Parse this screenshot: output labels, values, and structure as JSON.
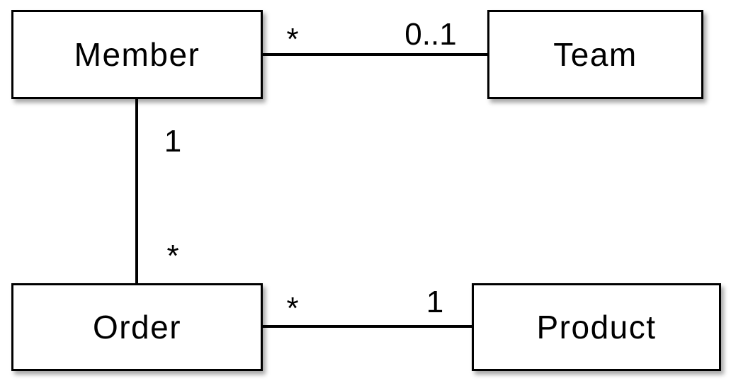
{
  "diagram": {
    "type": "uml-association-diagram",
    "colors": {
      "background": "#ffffff",
      "box_fill": "#ffffff",
      "border": "#000000",
      "text": "#000000"
    },
    "entities": [
      {
        "label": "Member"
      },
      {
        "label": "Team"
      },
      {
        "label": "Order"
      },
      {
        "label": "Product"
      }
    ],
    "relationships": [
      {
        "from": "Member",
        "to": "Team",
        "from_multiplicity": "*",
        "to_multiplicity": "0..1"
      },
      {
        "from": "Member",
        "to": "Order",
        "from_multiplicity": "1",
        "to_multiplicity": "*"
      },
      {
        "from": "Order",
        "to": "Product",
        "from_multiplicity": "*",
        "to_multiplicity": "1"
      }
    ]
  }
}
